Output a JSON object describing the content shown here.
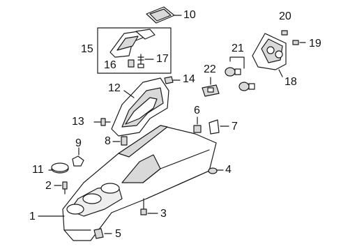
{
  "diagram": {
    "callouts": [
      "1",
      "2",
      "3",
      "4",
      "5",
      "6",
      "7",
      "8",
      "9",
      "10",
      "11",
      "12",
      "13",
      "14",
      "15",
      "16",
      "17",
      "18",
      "19",
      "20",
      "21",
      "22"
    ]
  },
  "colors": {
    "line": "#1a1a1a",
    "part_fill": "#ffffff",
    "shade": "#d9d9d9",
    "inset_box": "#1a1a1a"
  }
}
